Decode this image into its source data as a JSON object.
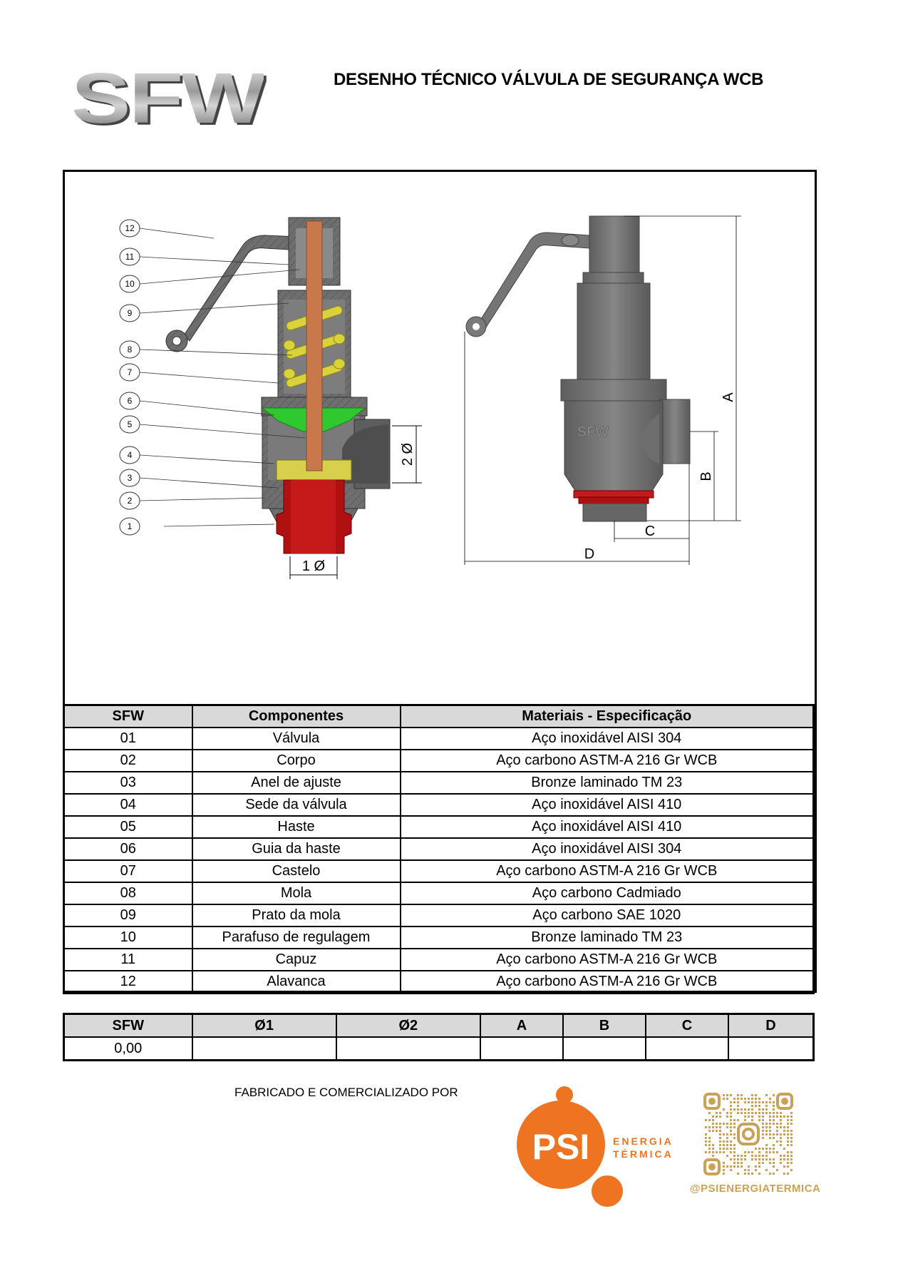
{
  "header": {
    "logo_text": "SFW",
    "title": "DESENHO TÉCNICO VÁLVULA DE SEGURANÇA WCB"
  },
  "drawing": {
    "callouts": [
      "12",
      "11",
      "10",
      "9",
      "8",
      "7",
      "6",
      "5",
      "4",
      "3",
      "2",
      "1"
    ],
    "dim_inlet": "1 Ø",
    "dim_outlet": "2 Ø",
    "dim_a": "A",
    "dim_b": "B",
    "dim_c": "C",
    "dim_d": "D",
    "body_mark": "SFW",
    "colors": {
      "body": "#6e6e6e",
      "stem": "#c8784a",
      "spring": "#d9d23a",
      "guide": "#2fc92f",
      "seat": "#d8cf4a",
      "inlet": "#b01010"
    }
  },
  "parts_table": {
    "headers": [
      "SFW",
      "Componentes",
      "Materiais - Especificação"
    ],
    "rows": [
      [
        "01",
        "Válvula",
        "Aço inoxidável AISI 304"
      ],
      [
        "02",
        "Corpo",
        "Aço carbono ASTM-A 216 Gr WCB"
      ],
      [
        "03",
        "Anel de ajuste",
        "Bronze laminado TM 23"
      ],
      [
        "04",
        "Sede da válvula",
        "Aço inoxidável AISI 410"
      ],
      [
        "05",
        "Haste",
        "Aço inoxidável AISI 410"
      ],
      [
        "06",
        "Guia da haste",
        "Aço inoxidável AISI 304"
      ],
      [
        "07",
        "Castelo",
        "Aço carbono ASTM-A 216 Gr WCB"
      ],
      [
        "08",
        "Mola",
        "Aço carbono Cadmiado"
      ],
      [
        "09",
        "Prato da mola",
        "Aço carbono SAE 1020"
      ],
      [
        "10",
        "Parafuso de regulagem",
        "Bronze laminado TM 23"
      ],
      [
        "11",
        "Capuz",
        "Aço carbono ASTM-A 216 Gr WCB"
      ],
      [
        "12",
        "Alavanca",
        "Aço carbono ASTM-A 216 Gr WCB"
      ]
    ]
  },
  "dims_table": {
    "headers": [
      "SFW",
      "Ø1",
      "Ø2",
      "A",
      "B",
      "C",
      "D"
    ],
    "rows": [
      [
        "0,00",
        "",
        "",
        "",
        "",
        "",
        ""
      ]
    ]
  },
  "footer": {
    "made_by": "FABRICADO E COMERCIALIZADO POR",
    "psi_logo": "PSI",
    "psi_line1": "ENERGIA",
    "psi_line2": "TÉRMICA",
    "instagram": "@PSIENERGIATERMICA",
    "accent": "#ee7421"
  }
}
